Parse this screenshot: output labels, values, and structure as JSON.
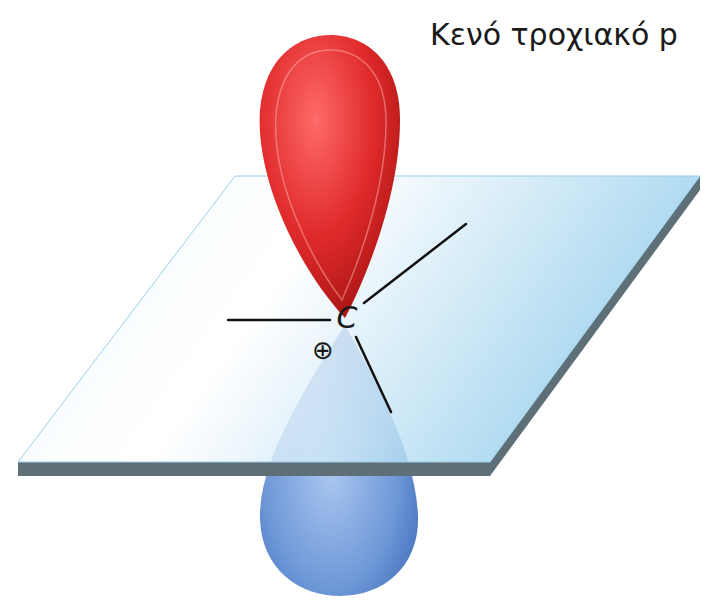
{
  "diagram": {
    "labels": [
      "Κενό τροχιακό p",
      "C",
      "⊕"
    ]
  }
}
